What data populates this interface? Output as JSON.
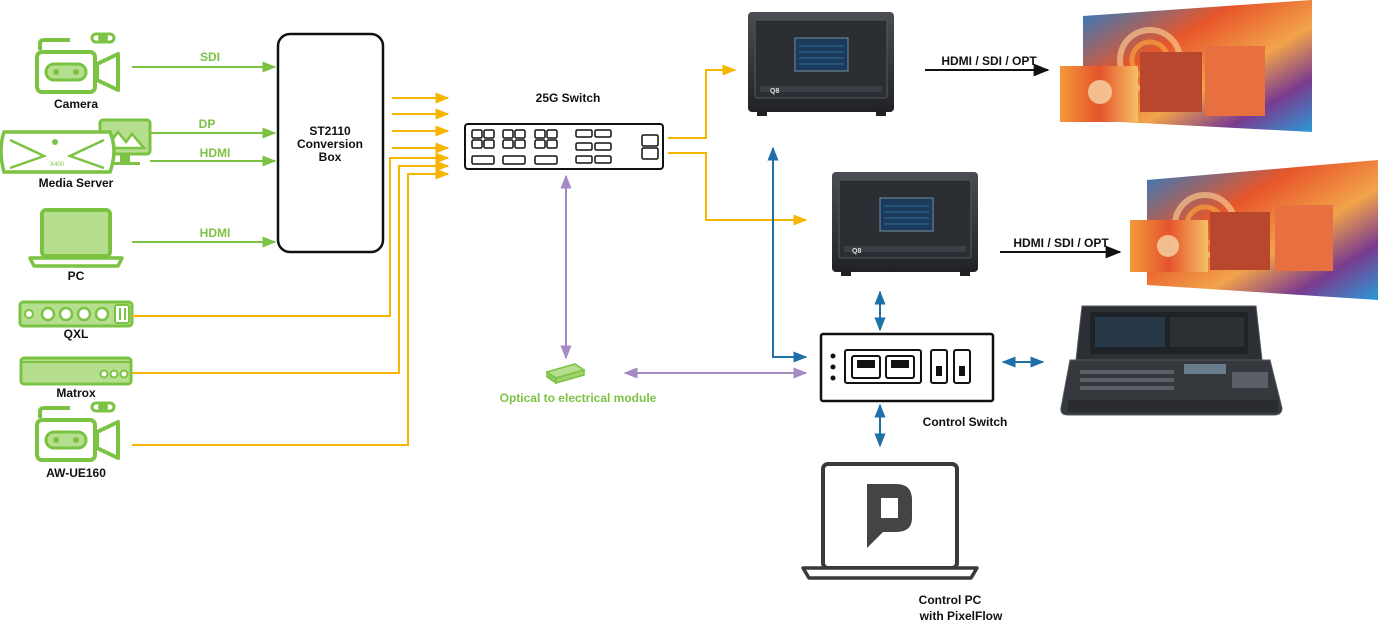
{
  "sources": {
    "camera": "Camera",
    "media_server": "Media Server",
    "media_server_badge": "X400",
    "pc": "PC",
    "qxl": "QXL",
    "matrox": "Matrox",
    "aw": "AW-UE160"
  },
  "links": {
    "sdi": "SDI",
    "dp": "DP",
    "hdmi_media": "HDMI",
    "hdmi_pc": "HDMI",
    "out_top": "HDMI / SDI / OPT",
    "out_bottom": "HDMI / SDI / OPT"
  },
  "conversion_box": {
    "line1": "ST2110",
    "line2": "Conversion",
    "line3": "Box"
  },
  "switch_25g": "25G Switch",
  "optical_module": "Optical to electrical module",
  "control_switch": "Control Switch",
  "control_pc": {
    "line1": "Control PC",
    "line2": "with PixelFlow"
  },
  "processor_badge": "Q8",
  "colors": {
    "green": "#7cc243",
    "orange": "#f7b500",
    "blue": "#1f6fa8",
    "purple": "#a48bc4",
    "dark": "#111111"
  }
}
